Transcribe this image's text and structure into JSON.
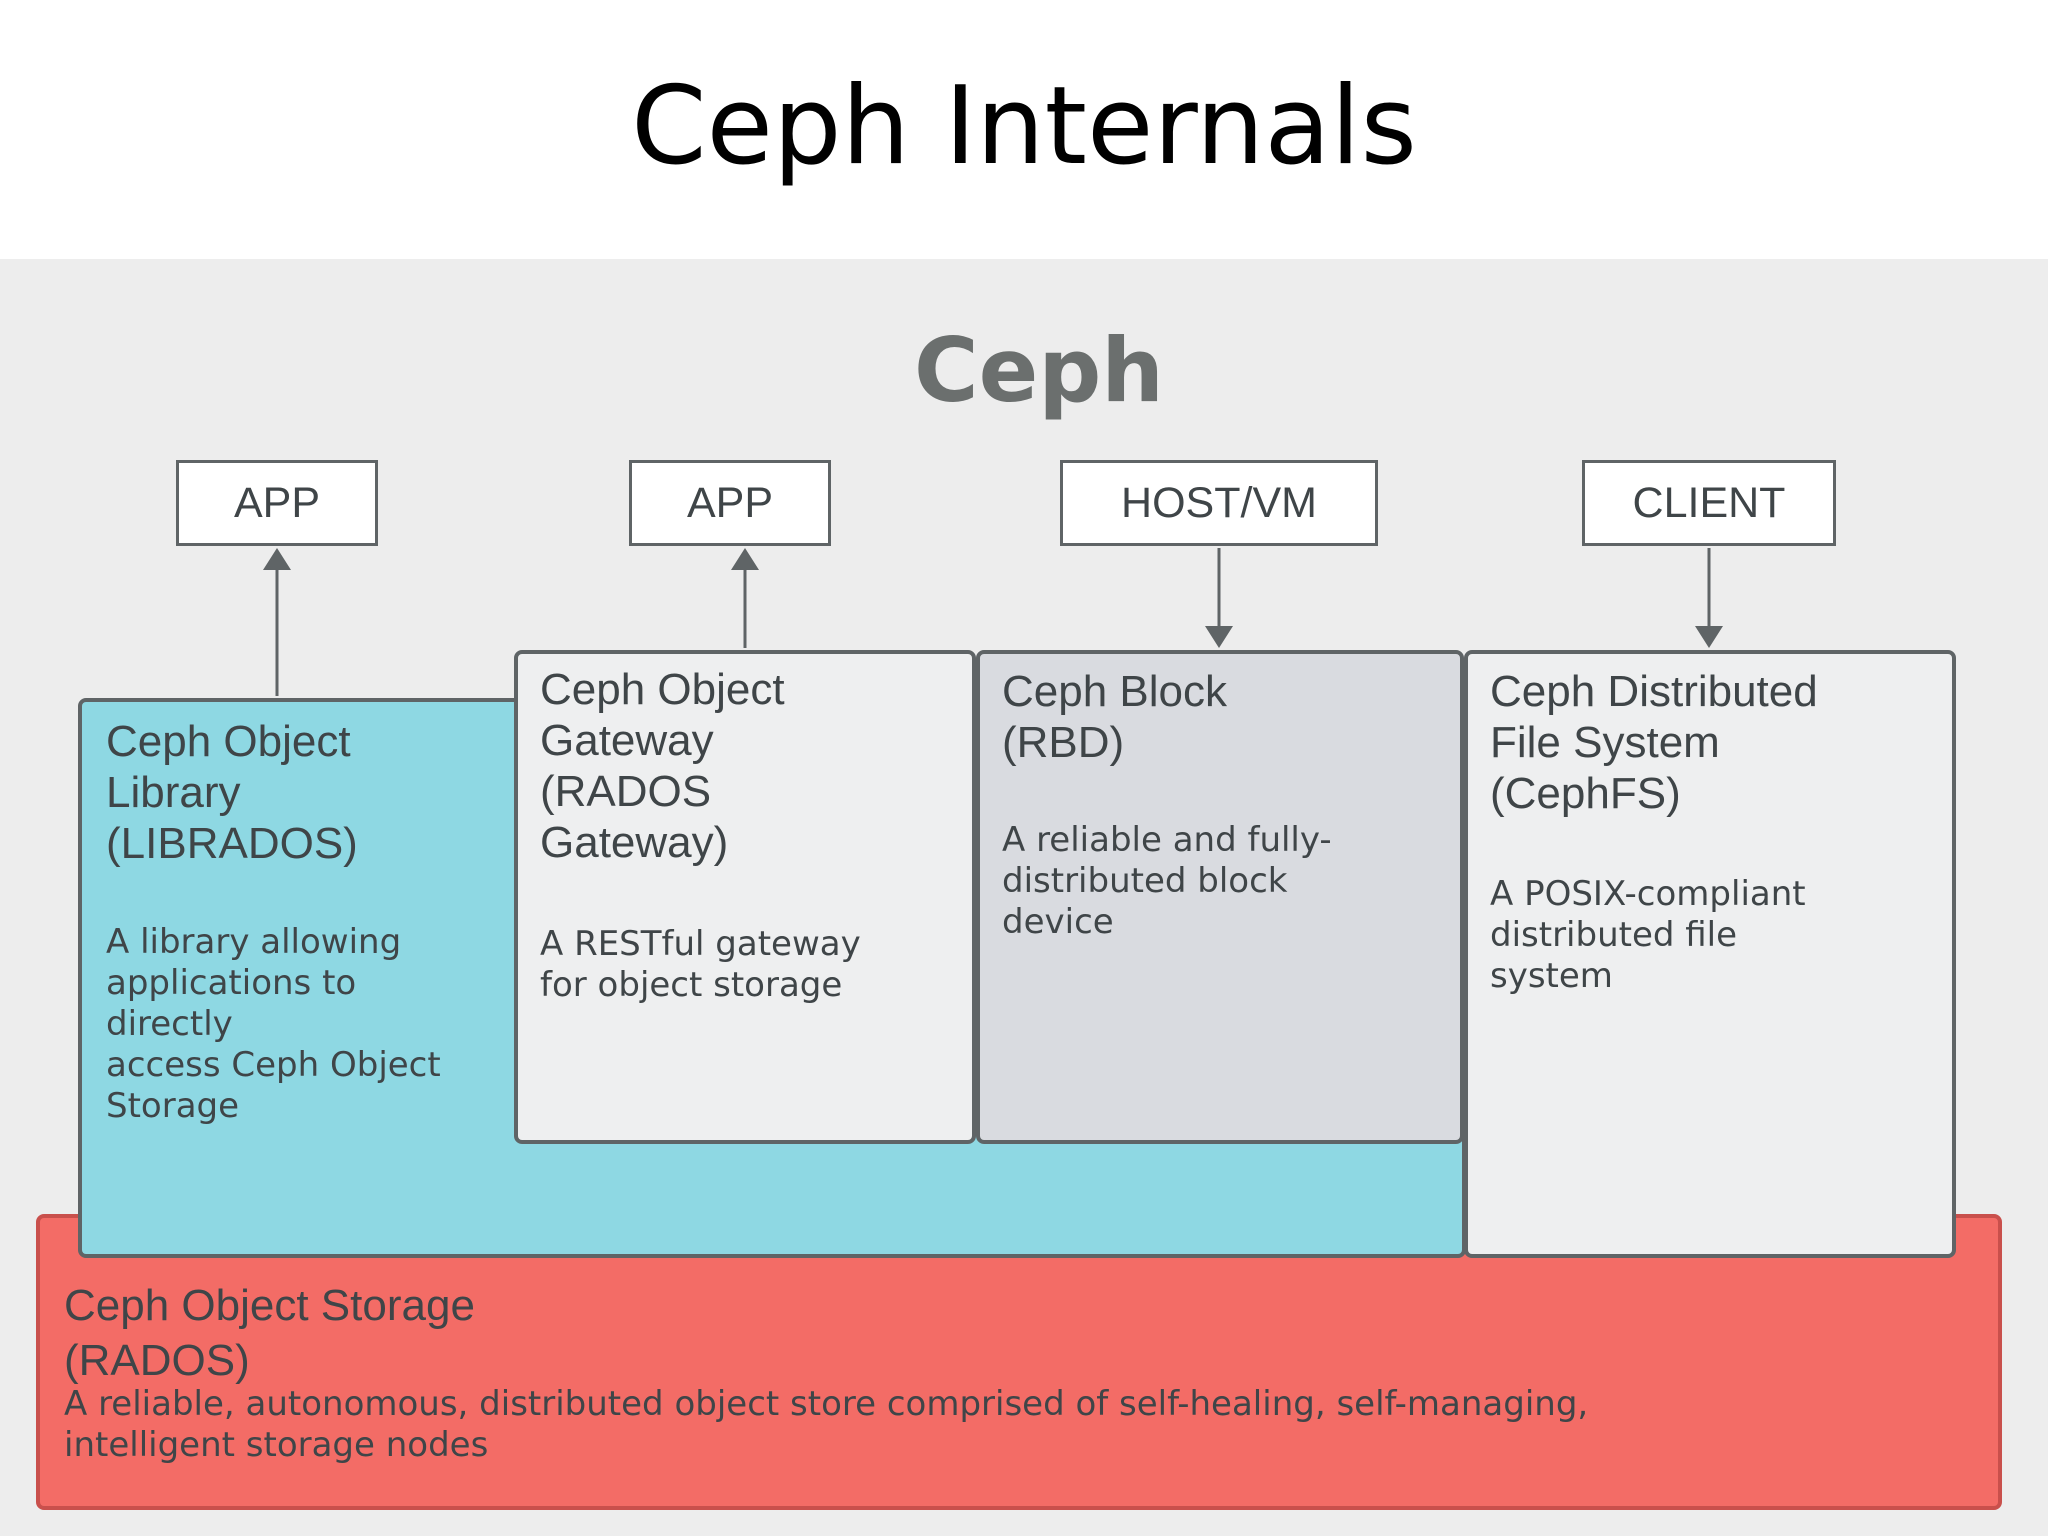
{
  "slide_title": "Ceph Internals",
  "diagram": {
    "heading": "Ceph",
    "endpoints": [
      {
        "label": "APP"
      },
      {
        "label": "APP"
      },
      {
        "label": "HOST/VM"
      },
      {
        "label": "CLIENT"
      }
    ],
    "components": {
      "librados": {
        "title_lines": [
          "Ceph Object",
          "Library",
          "(LIBRADOS)"
        ],
        "desc_lines": [
          "A library allowing",
          "applications to",
          "directly",
          "access Ceph Object",
          "Storage"
        ]
      },
      "radosgw": {
        "title_lines": [
          "Ceph Object",
          "Gateway",
          "(RADOS",
          "Gateway)"
        ],
        "desc_lines": [
          "A RESTful gateway",
          "for object storage"
        ]
      },
      "rbd": {
        "title_lines": [
          "Ceph Block",
          "(RBD)"
        ],
        "desc_lines": [
          "A reliable and fully-",
          "distributed block",
          "device"
        ]
      },
      "cephfs": {
        "title_lines": [
          "Ceph Distributed",
          "File System",
          "(CephFS)"
        ],
        "desc_lines": [
          "A POSIX-compliant",
          "distributed file",
          "system"
        ]
      },
      "rados": {
        "title_lines": [
          "Ceph Object Storage",
          "(RADOS)"
        ],
        "desc_lines": [
          "A reliable, autonomous, distributed object store comprised of self-healing, self-managing,",
          "intelligent storage nodes"
        ]
      }
    },
    "colors": {
      "panel_background": "#ededed",
      "heading": "#6b6f6e",
      "rados_fill": "#f36c66",
      "rados_border": "#c9504c",
      "librados_fill": "#8ed8e3",
      "librados_border": "#5f6466",
      "gateway_fill": "#eeeff0",
      "rbd_fill": "#d9dbe0",
      "cephfs_fill": "#eeeff0",
      "box_border": "#5f6466",
      "text": "#3f4548",
      "arrow": "#5f6466"
    }
  }
}
